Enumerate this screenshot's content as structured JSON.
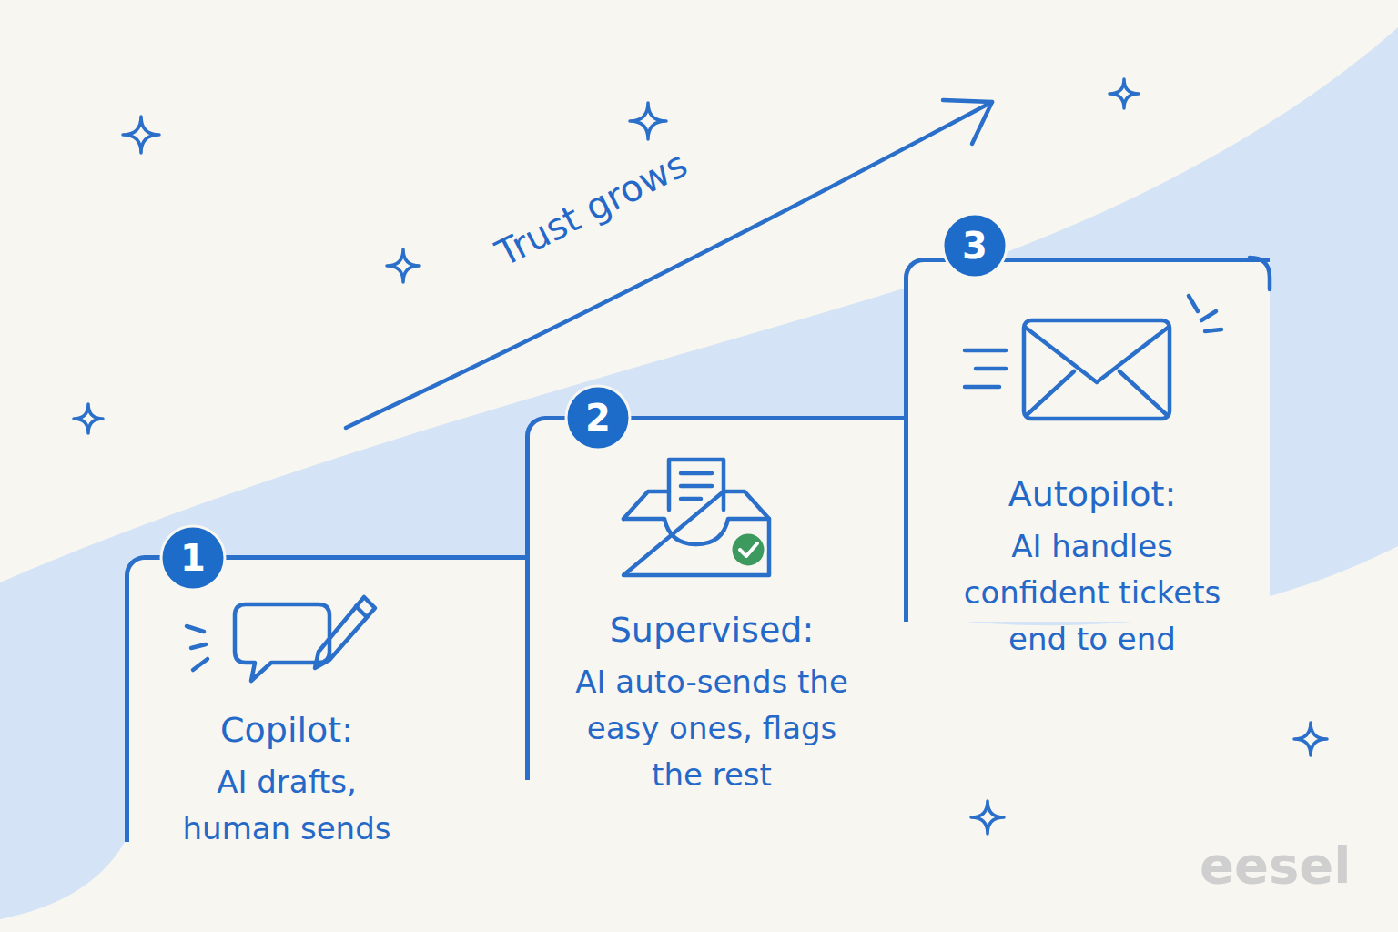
{
  "diagram": {
    "nodes": [
      {
        "text": [
          "Copilot:",
          "AI drafts, human sends"
        ]
      },
      {
        "text": [
          "1"
        ],
        "in": 0
      },
      {
        "text": [
          "Supervised:",
          "AI auto-sends the easy ones, flags the rest"
        ]
      },
      {
        "text": [
          "2"
        ],
        "in": 2
      },
      {
        "text": [
          "Autopilot:",
          "AI handles confident tickets end to end"
        ]
      },
      {
        "text": [
          "3"
        ],
        "in": 4
      }
    ],
    "labels": [
      "Trust grows",
      "eesel"
    ]
  }
}
